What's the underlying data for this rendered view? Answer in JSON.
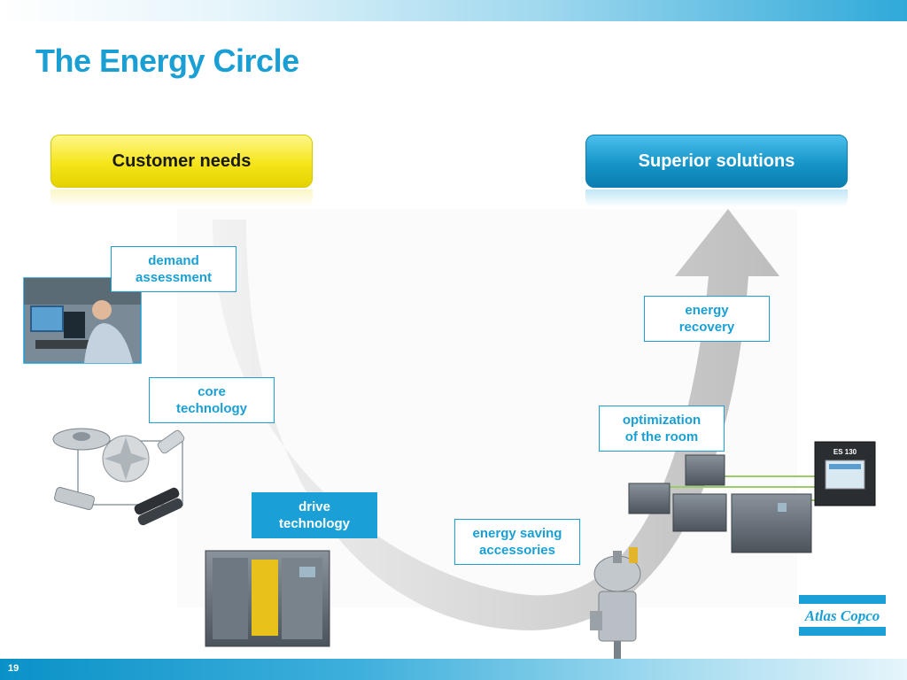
{
  "slide": {
    "title": "The Energy Circle",
    "page_number": "19"
  },
  "headers": {
    "left": "Customer needs",
    "right": "Superior solutions"
  },
  "steps": [
    {
      "line1": "demand",
      "line2": "assessment"
    },
    {
      "line1": "core",
      "line2": "technology"
    },
    {
      "line1": "drive",
      "line2": "technology"
    },
    {
      "line1": "energy saving",
      "line2": "accessories"
    },
    {
      "line1": "optimization",
      "line2": "of the room"
    },
    {
      "line1": "energy",
      "line2": "recovery"
    }
  ],
  "controller_label": "ES 130",
  "logo_text": "Atlas Copco",
  "colors": {
    "accent_blue": "#1a9fd4",
    "yellow": "#f5e51a",
    "arrow_gray": "#c8c8c8",
    "machine_gray": "#5d6670"
  }
}
